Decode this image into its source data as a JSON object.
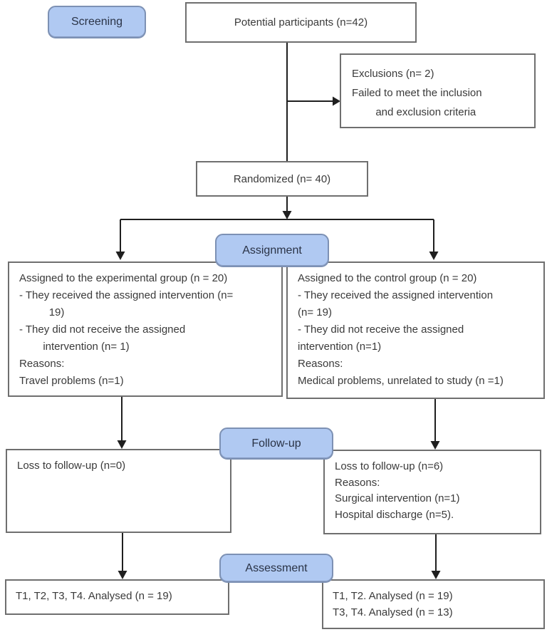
{
  "palette": {
    "stage_fill": "#b0c9f2",
    "stage_border": "#7d91b4",
    "stage_text": "#2a3346",
    "box_border": "#6f6f6f",
    "box_text": "#3a3a3a",
    "line": "#1f1f1f",
    "background": "#ffffff"
  },
  "stages": {
    "screening": "Screening",
    "assignment": "Assignment",
    "followup": "Follow-up",
    "assessment": "Assessment"
  },
  "boxes": {
    "potential": "Potential participants (n=42)",
    "randomized": "Randomized (n= 40)",
    "exclusions": [
      "Exclusions (n= 2)",
      "Failed to meet the inclusion",
      "        and exclusion criteria"
    ],
    "experimental": [
      "Assigned to the experimental group (n = 20)",
      "- They received the assigned intervention (n=",
      "          19)",
      "- They did not receive the assigned",
      "        intervention (n= 1)",
      "Reasons:",
      "Travel problems (n=1)"
    ],
    "control": [
      "Assigned to the control group (n = 20)",
      "- They received the assigned intervention",
      "(n= 19)",
      "- They did not receive the assigned",
      "intervention (n=1)",
      "Reasons:",
      "Medical problems, unrelated to study (n =1)"
    ],
    "followup_left": [
      "Loss to follow-up (n=0)"
    ],
    "followup_right": [
      "Loss to follow-up (n=6)",
      "Reasons:",
      "Surgical intervention (n=1)",
      "Hospital discharge (n=5)."
    ],
    "analysed_left": [
      "T1, T2, T3, T4. Analysed (n = 19)"
    ],
    "analysed_right": [
      "T1, T2. Analysed (n = 19)",
      "T3, T4. Analysed (n = 13)"
    ]
  }
}
